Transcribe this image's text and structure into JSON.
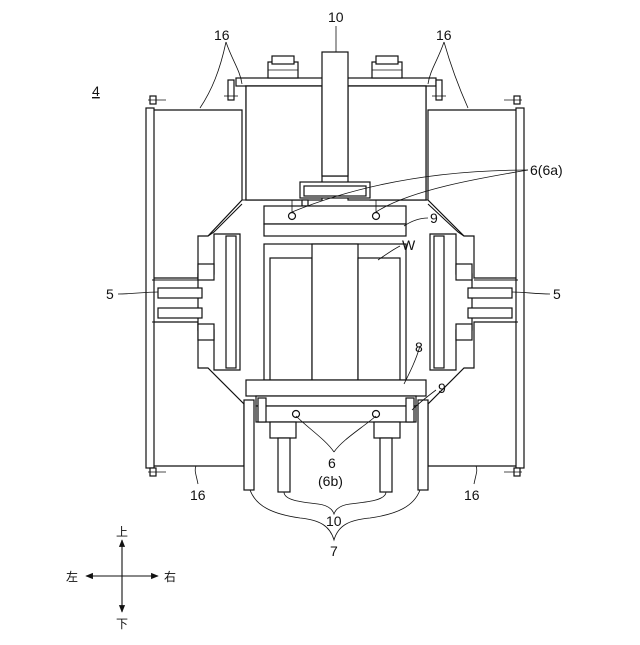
{
  "figure": {
    "number": "4",
    "labels": {
      "l16": "16",
      "l10": "10",
      "l6a": "6(6a)",
      "l9": "9",
      "lW": "W",
      "l5": "5",
      "l8": "8",
      "l6": "6",
      "l6b": "(6b)",
      "l7": "7"
    },
    "directions": {
      "up": "上",
      "down": "下",
      "left": "左",
      "right": "右"
    }
  }
}
